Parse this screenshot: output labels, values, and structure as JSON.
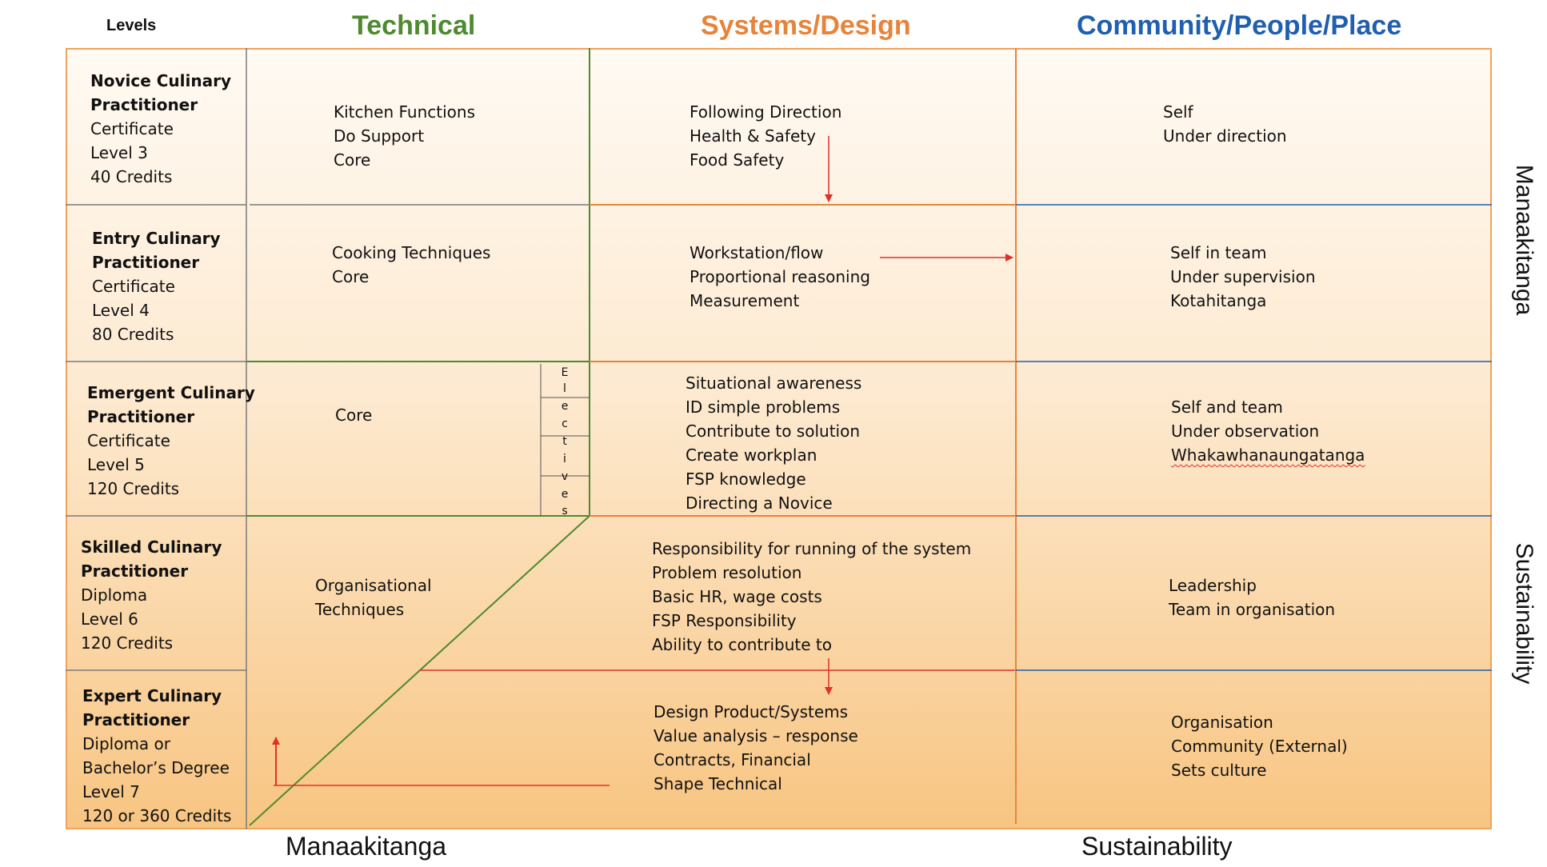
{
  "headers": {
    "levels": "Levels",
    "technical": "Technical",
    "systems": "Systems/Design",
    "community": "Community/People/Place"
  },
  "colors": {
    "technical": "#4e8a2f",
    "systems": "#e8833a",
    "community": "#1f5fb0",
    "border": "#f0a35a",
    "arrow_red": "#e0302a"
  },
  "rows": [
    {
      "level": [
        "Novice Culinary",
        "Practitioner",
        "Certificate",
        "Level 3",
        "40 Credits"
      ],
      "technical": [
        "Kitchen Functions",
        "Do Support",
        "Core"
      ],
      "systems": [
        "Following Direction",
        "Health & Safety",
        "Food Safety"
      ],
      "community": [
        "Self",
        "Under direction"
      ]
    },
    {
      "level": [
        "Entry Culinary",
        "Practitioner",
        "Certificate",
        "Level 4",
        "80 Credits"
      ],
      "technical": [
        "Cooking Techniques",
        "Core"
      ],
      "systems": [
        "Workstation/flow",
        "Proportional reasoning",
        "Measurement"
      ],
      "community": [
        "Self in team",
        "Under supervision",
        "Kotahitanga"
      ]
    },
    {
      "level": [
        "Emergent Culinary",
        "Practitioner",
        "Certificate",
        "Level 5",
        "120 Credits"
      ],
      "technical": [
        "Core"
      ],
      "systems": [
        "Situational awareness",
        "ID simple problems",
        "Contribute to solution",
        "Create workplan",
        "FSP knowledge",
        "Directing a Novice"
      ],
      "community": [
        "Self and team",
        "Under observation",
        "Whakawhanaungatanga"
      ]
    },
    {
      "level": [
        "Skilled Culinary",
        "Practitioner",
        "Diploma",
        "Level 6",
        "120 Credits"
      ],
      "technical": [
        "Organisational",
        "Techniques"
      ],
      "systems": [
        "Responsibility for running of the system",
        "Problem resolution",
        "Basic HR, wage costs",
        "FSP Responsibility",
        "Ability to contribute to"
      ],
      "community": [
        "Leadership",
        "Team in organisation"
      ]
    },
    {
      "level": [
        "Expert Culinary",
        "Practitioner",
        "Diploma or",
        "Bachelor’s Degree",
        "Level 7",
        "120 or 360 Credits"
      ],
      "technical": [],
      "systems": [
        "Design Product/Systems",
        "Value analysis – response",
        "Contracts, Financial",
        "Shape Technical"
      ],
      "community": [
        "Organisation",
        "Community (External)",
        "Sets culture"
      ]
    }
  ],
  "electives": [
    "E",
    "l",
    "e",
    "c",
    "t",
    "i",
    "v",
    "e",
    "s"
  ],
  "side_labels": {
    "top": "Manaakitanga",
    "bottom": "Sustainability"
  },
  "footer": {
    "left": "Manaakitanga",
    "right": "Sustainability"
  }
}
